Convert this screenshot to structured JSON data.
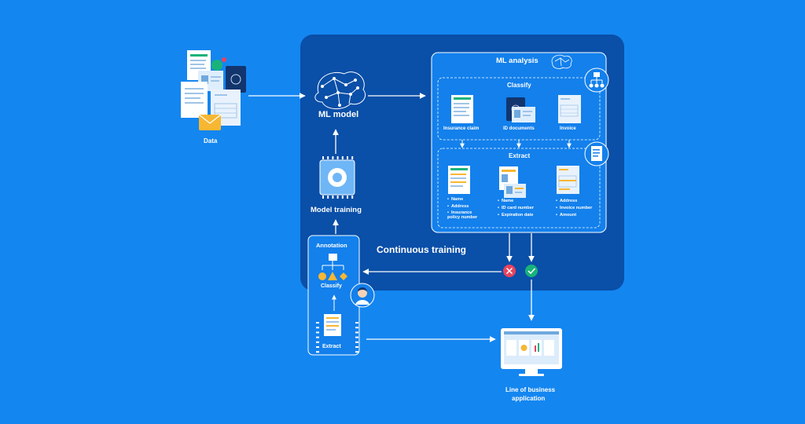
{
  "colors": {
    "background": "#1486f0",
    "panel": "#0a4fa8",
    "analysis_box": "#1380ec",
    "reject": "#e8435e",
    "accept": "#19b37a"
  },
  "labels": {
    "data": "Data",
    "ml_model": "ML model",
    "model_training": "Model training",
    "annotation": "Annotation",
    "annotation_classify": "Classify",
    "annotation_extract": "Extract",
    "continuous_training": "Continuous training",
    "ml_analysis": "ML analysis",
    "classify": "Classify",
    "extract": "Extract",
    "line_of_business": "Line of business",
    "application": "application"
  },
  "classify_items": [
    "Insurance claim",
    "ID documents",
    "Invoice"
  ],
  "extract_fields": {
    "insurance": [
      "Name",
      "Address",
      "Insurance policy number"
    ],
    "id": [
      "Name",
      "ID card number",
      "Expiration date"
    ],
    "invoice": [
      "Address",
      "Invoice number",
      "Amount"
    ]
  },
  "icons": {
    "data": "documents-stack-icon",
    "ml_model": "brain-network-icon",
    "model_training": "gear-chip-icon",
    "classify": "hierarchy-icon",
    "extract": "document-icon",
    "reject": "x-circle-icon",
    "accept": "check-circle-icon",
    "annotator": "person-avatar-icon",
    "application": "monitor-dashboard-icon"
  }
}
